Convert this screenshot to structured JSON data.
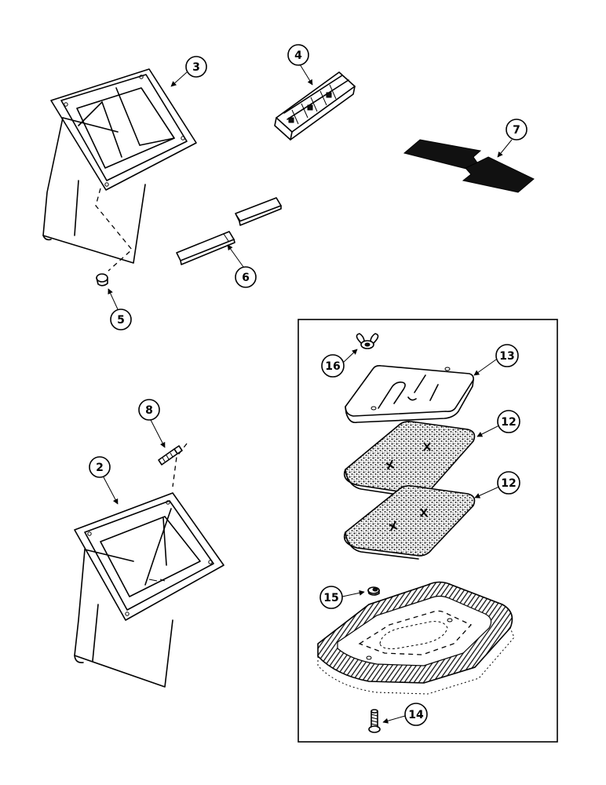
{
  "callouts": [
    "2",
    "3",
    "4",
    "5",
    "6",
    "7",
    "8",
    "12",
    "12",
    "13",
    "14",
    "15",
    "16"
  ],
  "colors": {
    "ink": "#000000",
    "paper": "#ffffff",
    "filter_stipple": "#222222"
  }
}
